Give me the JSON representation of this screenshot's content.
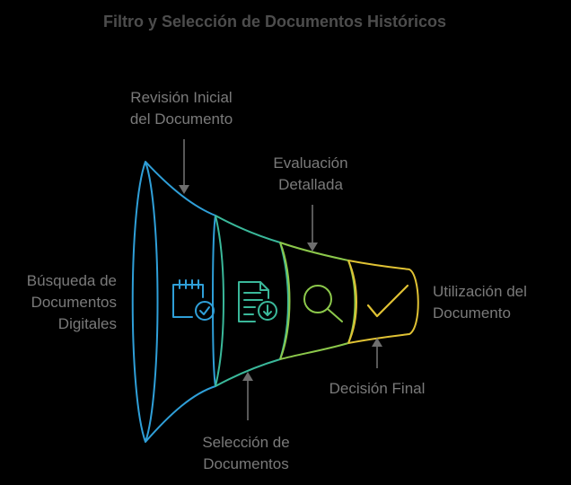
{
  "title": "Filtro y Selección de Documentos Históricos",
  "stages": [
    {
      "label": [
        "Búsqueda de",
        "Documentos",
        "Digitales"
      ],
      "icon": "calendar-check-icon",
      "color": "#2f9fd8"
    },
    {
      "label": [
        "Selección de",
        "Documentos"
      ],
      "icon": "document-download-icon",
      "color": "#3ab89a"
    },
    {
      "label": [
        "Evaluación",
        "Detallada"
      ],
      "icon": "magnifier-icon",
      "color": "#8cc84b"
    },
    {
      "label": [
        "Decisión Final"
      ],
      "icon": "checkmark-icon",
      "color": "#e0c234"
    }
  ],
  "annotations": {
    "initial_review": [
      "Revisión Inicial",
      "del Documento"
    ],
    "final_use": [
      "Utilización del",
      "Documento"
    ]
  },
  "colors": {
    "background": "#000000",
    "text": "#7a7a7a",
    "title": "#4d4d4d",
    "blue": "#2f9fd8",
    "teal": "#3ab89a",
    "green": "#8cc84b",
    "yellow": "#e0c234"
  }
}
